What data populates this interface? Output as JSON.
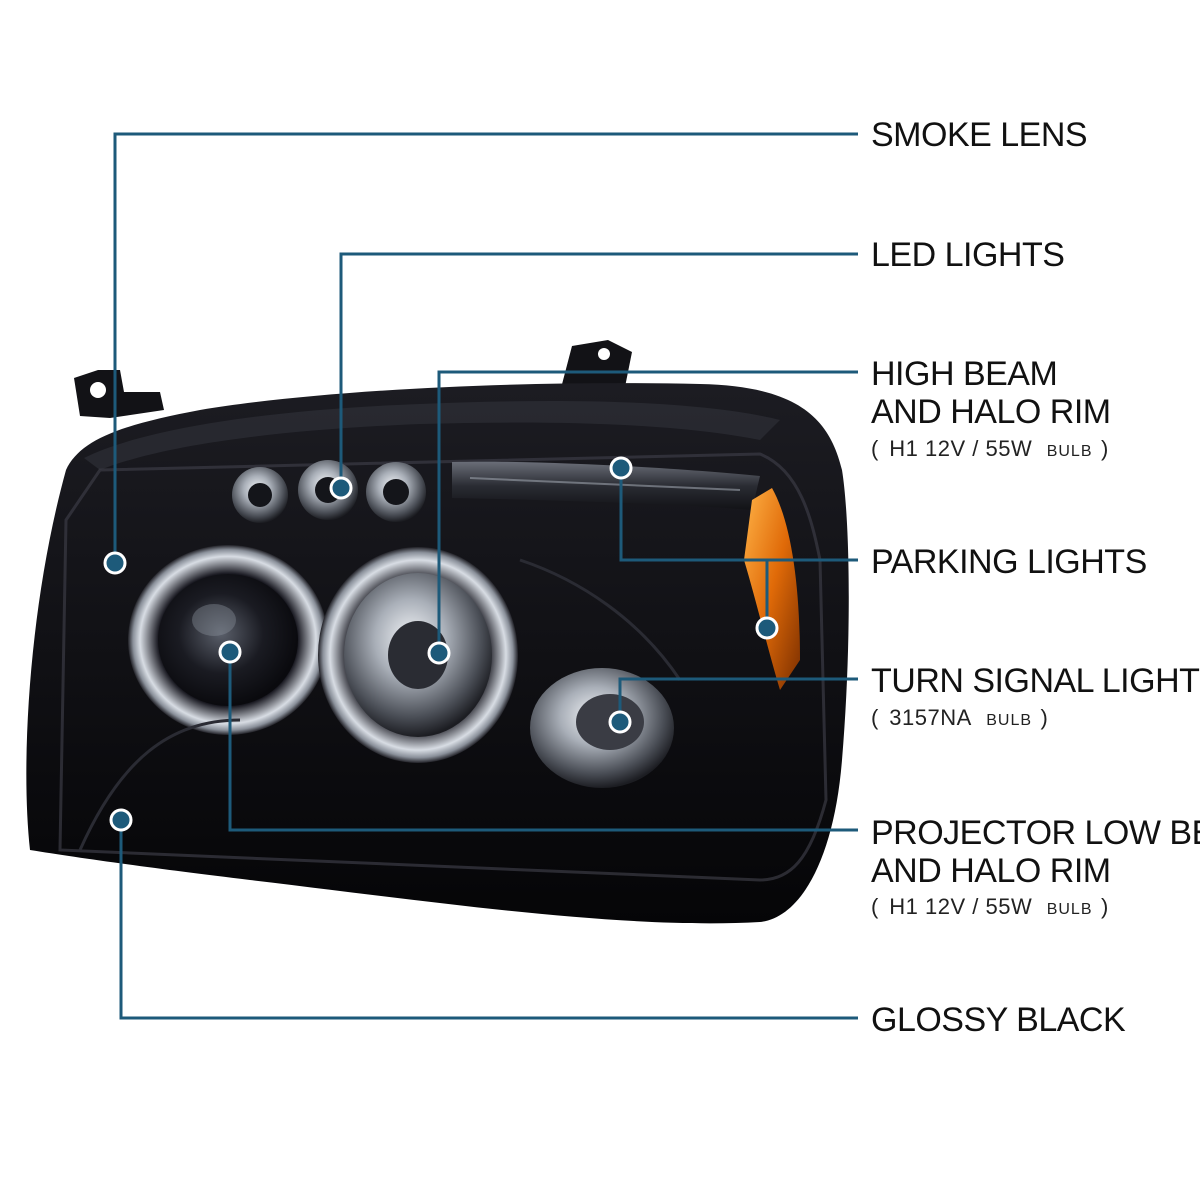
{
  "colors": {
    "leader_line": "#1d5a7a",
    "dot_fill": "#1d5a7a",
    "dot_ring": "#ffffff",
    "housing": "#0c0c10",
    "amber": "#e06a08"
  },
  "callouts": {
    "smoke_lens": {
      "title": "SMOKE LENS"
    },
    "led_lights": {
      "title": "LED LIGHTS"
    },
    "high_beam": {
      "title_line1": "HIGH BEAM",
      "title_line2": "AND HALO RIM",
      "spec_main": "H1  12V / 55W",
      "spec_unit": "BULB"
    },
    "parking_lights": {
      "title": "PARKING LIGHTS"
    },
    "turn_signal": {
      "title": "TURN SIGNAL LIGHT",
      "spec_main": "3157NA",
      "spec_unit": "BULB"
    },
    "projector_low_beam": {
      "title_line1": "PROJECTOR LOW BEAM",
      "title_line2": "AND HALO RIM",
      "spec_main": "H1  12V / 55W",
      "spec_unit": "BULB"
    },
    "glossy_black": {
      "title": "GLOSSY BLACK"
    }
  },
  "paren_open": "(",
  "paren_close": ")"
}
